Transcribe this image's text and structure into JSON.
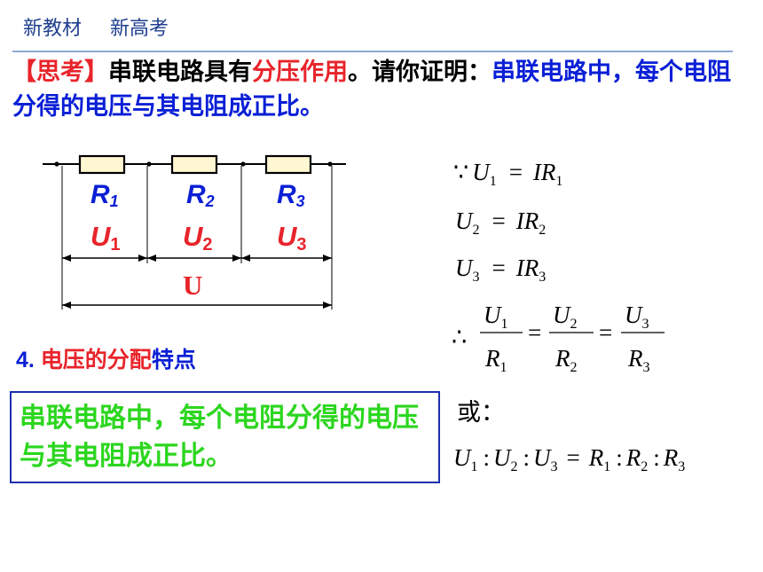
{
  "header": {
    "left": "新教材",
    "right": "新高考"
  },
  "think": {
    "bracket_open": "【",
    "tag": "思考",
    "bracket_close": "】",
    "t1": "串联电路具有",
    "t2": "分压作用",
    "t3": "。请你证明：",
    "t4": "串联电路中，每个电阻分得的电压与其电阻成正比。"
  },
  "circuit": {
    "resistors": [
      "R1",
      "R2",
      "R3"
    ],
    "voltages": [
      "U1",
      "U2",
      "U3"
    ],
    "total": "U",
    "sub": [
      "1",
      "2",
      "3"
    ]
  },
  "feature": {
    "num": "4. ",
    "red": "电压的分配",
    "blue": "特点"
  },
  "conclusion": {
    "text": "串联电路中，每个电阻分得的电压与其电阻成正比。"
  },
  "math": {
    "because": "∵",
    "therefore": "∴",
    "U": "U",
    "I": "I",
    "R": "R",
    "eq": "=",
    "colon": ":",
    "s1": "1",
    "s2": "2",
    "s3": "3"
  },
  "or_word": "或：",
  "colors": {
    "red": "#e8242b",
    "blue": "#0a1fd6",
    "green": "#2cd61f",
    "resistor_fill": "#fff7d2"
  }
}
